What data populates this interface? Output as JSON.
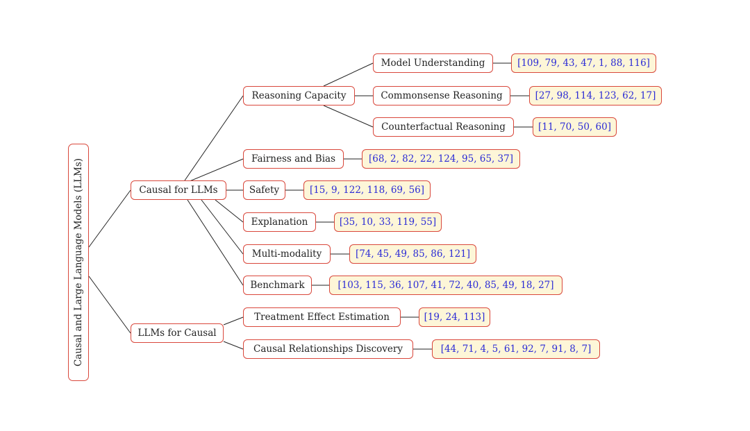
{
  "root": "Causal and Large Language Models (LLMs)",
  "branches": [
    {
      "label": "Causal for LLMs",
      "children": [
        {
          "label": "Reasoning Capacity",
          "children": [
            {
              "label": "Model Understanding",
              "refs": "[109, 79, 43, 47, 1, 88, 116]"
            },
            {
              "label": "Commonsense Reasoning",
              "refs": "[27, 98, 114, 123, 62, 17]"
            },
            {
              "label": "Counterfactual Reasoning",
              "refs": "[11, 70, 50, 60]"
            }
          ]
        },
        {
          "label": "Fairness and Bias",
          "refs": "[68, 2, 82, 22, 124, 95, 65, 37]"
        },
        {
          "label": "Safety",
          "refs": "[15, 9, 122, 118, 69, 56]"
        },
        {
          "label": "Explanation",
          "refs": "[35, 10, 33, 119, 55]"
        },
        {
          "label": "Multi-modality",
          "refs": "[74, 45, 49, 85, 86, 121]"
        },
        {
          "label": "Benchmark",
          "refs": "[103, 115, 36, 107, 41, 72, 40, 85, 49, 18, 27]"
        }
      ]
    },
    {
      "label": "LLMs for Causal",
      "children": [
        {
          "label": "Treatment Effect Estimation",
          "refs": "[19, 24, 113]"
        },
        {
          "label": "Causal Relationships Discovery",
          "refs": "[44, 71, 4, 5, 61, 92, 7, 91, 8, 7]"
        }
      ]
    }
  ],
  "colors": {
    "node_border": "#d9473b",
    "refs_fill": "#fdf6d8",
    "refs_text": "#2b2bd6",
    "edge": "#222222"
  }
}
